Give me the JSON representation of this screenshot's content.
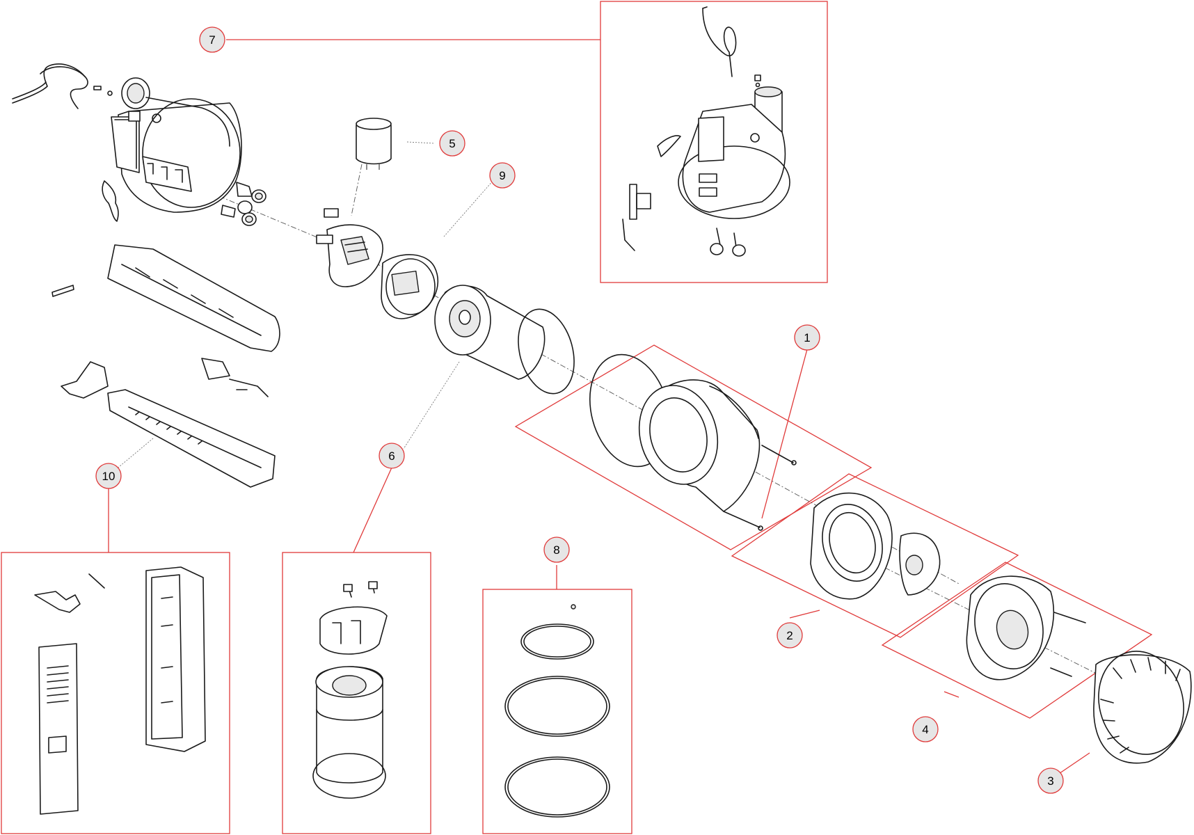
{
  "diagram": {
    "callouts": [
      {
        "id": "c1",
        "label": "1"
      },
      {
        "id": "c2",
        "label": "2"
      },
      {
        "id": "c3",
        "label": "3"
      },
      {
        "id": "c4",
        "label": "4"
      },
      {
        "id": "c5",
        "label": "5"
      },
      {
        "id": "c6",
        "label": "6"
      },
      {
        "id": "c7",
        "label": "7"
      },
      {
        "id": "c8",
        "label": "8"
      },
      {
        "id": "c9",
        "label": "9"
      },
      {
        "id": "c10",
        "label": "10"
      }
    ]
  },
  "colors": {
    "callout_outline": "#e03a3a",
    "callout_fill": "#e6e6e6",
    "line_art": "#1a1a1a"
  }
}
